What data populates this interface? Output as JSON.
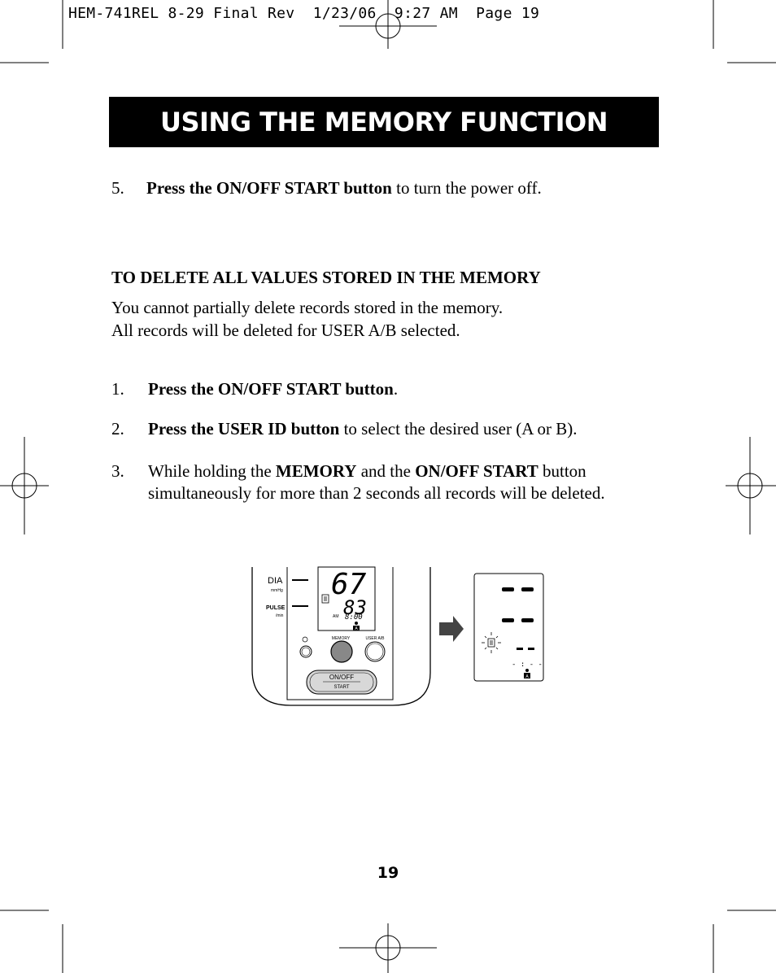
{
  "slug": "HEM-741REL 8-29 Final Rev  1/23/06  9:27 AM  Page 19",
  "title": "USING THE MEMORY FUNCTION",
  "step5": {
    "number": "5.",
    "bold": "Press the ON/OFF START button",
    "rest": " to turn the power off."
  },
  "section": {
    "heading": "TO DELETE ALL VALUES STORED IN THE MEMORY",
    "line1": "You cannot partially delete records stored in the memory.",
    "line2": "All records will be deleted for USER A/B selected."
  },
  "steps": [
    {
      "number": "1.",
      "bold": "Press the ON/OFF START button",
      "rest": "."
    },
    {
      "number": "2.",
      "bold": "Press the USER ID button",
      "rest": " to select the desired user (A or B)."
    },
    {
      "number": "3.",
      "t1": "While holding the ",
      "b1": "MEMORY",
      "t2": " and the ",
      "b2": "ON/OFF START",
      "t3": " button",
      "line2": "simultaneously for more than 2 seconds all records will be deleted."
    }
  ],
  "device": {
    "dia_label": "DIA",
    "mmhg_label": "mmHg",
    "pulse_label": "PULSE",
    "permin_label": "/min",
    "dia_value": "67",
    "pulse_value": "83",
    "am_label": "AM",
    "time": "8:00",
    "user_badge": "A",
    "memory_label": "MEMORY",
    "user_ab_label": "USER A/B",
    "onoff_label": "ON/OFF",
    "start_label": "START"
  },
  "display_after": {
    "time_dashes": "- : - -",
    "user_badge": "A"
  },
  "page_number": "19"
}
